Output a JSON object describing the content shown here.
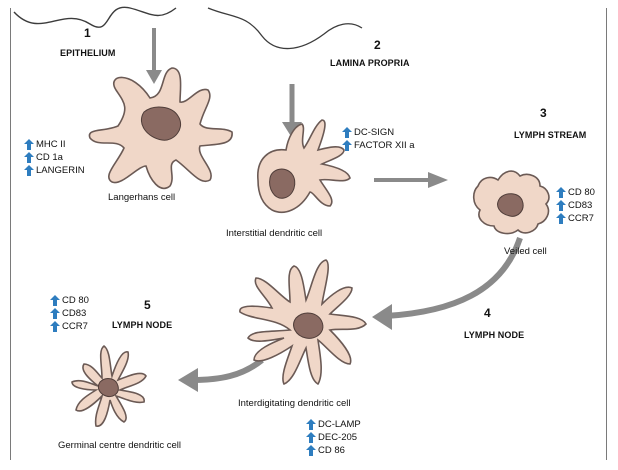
{
  "colors": {
    "cell_fill": "#f0d7c8",
    "cell_outline": "#6b5a55",
    "nucleus_fill": "#8a6a62",
    "arrow_fill": "#808080",
    "marker_arrow": "#2e7dbf",
    "frame": "#7a7a7a"
  },
  "stages": [
    {
      "number": "1",
      "location": "EPITHELIUM",
      "cell_name": "Langerhans cell",
      "markers": [
        "MHC II",
        "CD 1a",
        "LANGERIN"
      ]
    },
    {
      "number": "2",
      "location": "LAMINA PROPRIA",
      "cell_name": "Interstitial  dendritic cell",
      "markers": [
        "DC-SIGN",
        "FACTOR XII a"
      ]
    },
    {
      "number": "3",
      "location": "LYMPH STREAM",
      "cell_name": "Veiled cell",
      "markers": [
        "CD 80",
        "CD83",
        "CCR7"
      ]
    },
    {
      "number": "4",
      "location": "LYMPH NODE",
      "cell_name": "Interdigitating  dendritic cell",
      "markers": [
        "DC-LAMP",
        "DEC-205",
        "CD 86"
      ]
    },
    {
      "number": "5",
      "location": "LYMPH NODE",
      "cell_name": "Germinal centre dendritic cell",
      "markers": [
        "CD 80",
        "CD83",
        "CCR7"
      ]
    }
  ]
}
